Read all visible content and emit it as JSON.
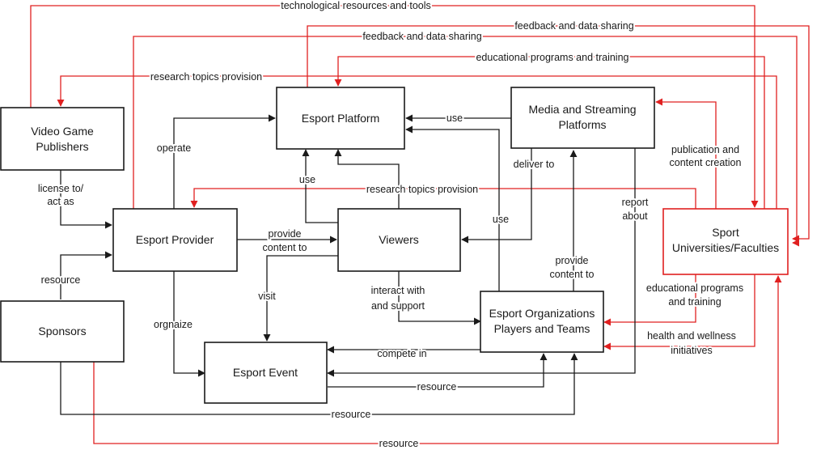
{
  "nodes": {
    "video_game_publishers": [
      "Video Game",
      "Publishers"
    ],
    "esport_platform": [
      "Esport Platform"
    ],
    "media_streaming": [
      "Media and Streaming",
      "Platforms"
    ],
    "esport_provider": [
      "Esport Provider"
    ],
    "viewers": [
      "Viewers"
    ],
    "sport_universities": [
      "Sport",
      "Universities/Faculties"
    ],
    "sponsors": [
      "Sponsors"
    ],
    "esport_organizations": [
      "Esport Organizations",
      "Players and Teams"
    ],
    "esport_event": [
      "Esport Event"
    ]
  },
  "edges": {
    "tech_resources": "technological resources and tools",
    "feedback_1": "feedback and data sharing",
    "feedback_2": "feedback and data sharing",
    "edu_programs_top": "educational programs and training",
    "research_top": "research topics provision",
    "use_media": "use",
    "operate": "operate",
    "publication_1": "publication and",
    "publication_2": "content creation",
    "deliver_to": "deliver to",
    "license_1": "license to/",
    "license_2": "act as",
    "use_viewers": "use",
    "research_mid": "research topics provision",
    "report_1": "report",
    "report_2": "about",
    "use_orgs": "use",
    "provide_content_1": "provide",
    "provide_content_2": "content to",
    "resource_sponsor": "resource",
    "visit": "visit",
    "provide_org_1": "provide",
    "provide_org_2": "content to",
    "interact_1": "interact with",
    "interact_2": "and support",
    "edu_programs_1": "educational programs",
    "edu_programs_2": "and training",
    "orgnaize": "orgnaize",
    "health_1": "health and wellness",
    "health_2": "initiatives",
    "compete_in": "compete in",
    "resource_event": "resource",
    "resource_mid": "resource",
    "resource_bottom": "resource"
  },
  "colors": {
    "black_edges": "#1a1a1a",
    "red_edges": "#e02020"
  }
}
